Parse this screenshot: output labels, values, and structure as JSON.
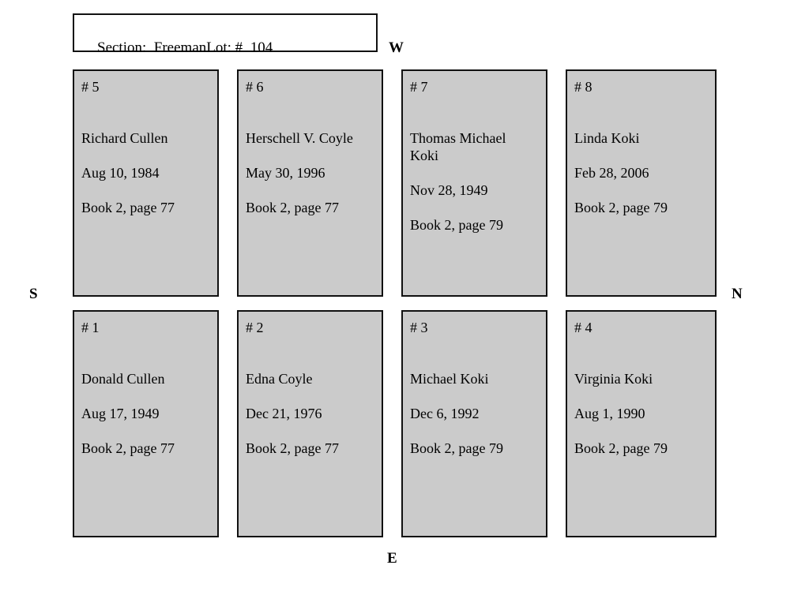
{
  "header": {
    "section_label": "Section:",
    "section_value": "Freeman",
    "lot_label": "Lot: #",
    "lot_value": "104"
  },
  "compass": {
    "west": "W",
    "east": "E",
    "south": "S",
    "north": "N"
  },
  "plots": [
    {
      "number": "# 5",
      "name": "Richard Cullen",
      "date": "Aug 10, 1984",
      "reference": "Book 2, page 77"
    },
    {
      "number": "# 6",
      "name": "Herschell V. Coyle",
      "date": "May 30, 1996",
      "reference": "Book 2, page 77"
    },
    {
      "number": "# 7",
      "name": "Thomas Michael\nKoki",
      "date": "Nov 28, 1949",
      "reference": "Book 2, page 79"
    },
    {
      "number": "# 8",
      "name": "Linda Koki",
      "date": "Feb 28, 2006",
      "reference": "Book 2, page 79"
    },
    {
      "number": "# 1",
      "name": "Donald Cullen",
      "date": "Aug 17, 1949",
      "reference": "Book 2, page 77"
    },
    {
      "number": "# 2",
      "name": "Edna Coyle",
      "date": "Dec 21, 1976",
      "reference": "Book 2, page 77"
    },
    {
      "number": "# 3",
      "name": "Michael Koki",
      "date": "Dec 6, 1992",
      "reference": "Book 2, page 79"
    },
    {
      "number": "# 4",
      "name": "Virginia Koki",
      "date": "Aug 1, 1990",
      "reference": "Book 2, page 79"
    }
  ]
}
